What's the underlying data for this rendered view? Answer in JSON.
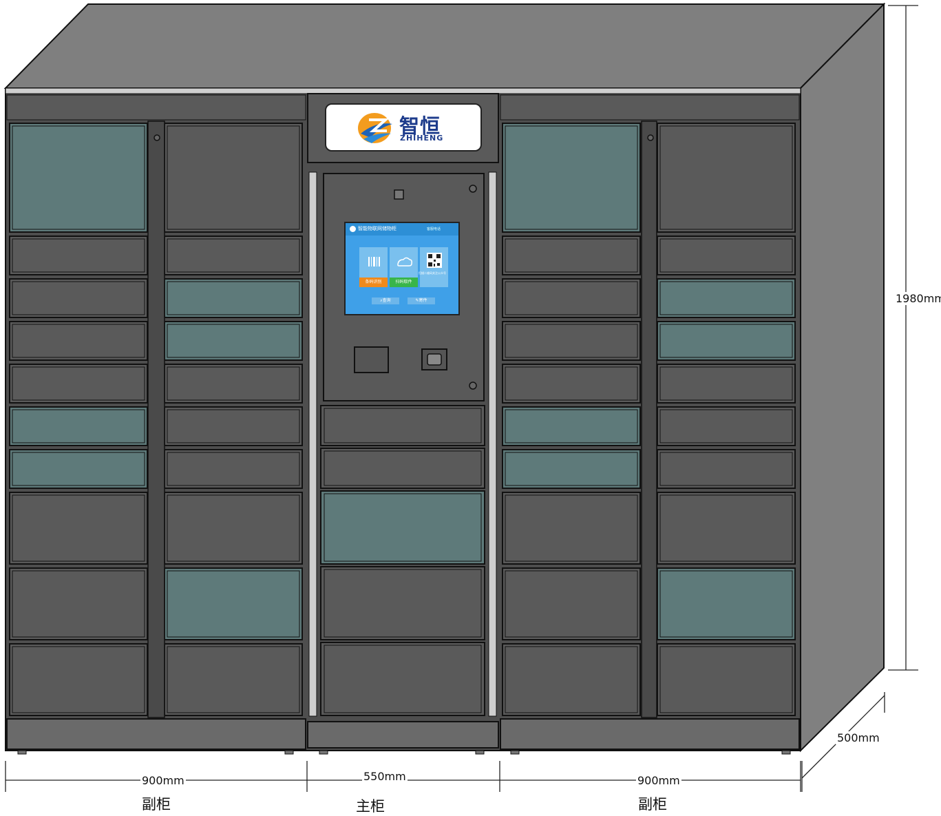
{
  "brand": {
    "name_cn": "智恒",
    "name_en": "ZHIHENG"
  },
  "screen": {
    "title": "智能物联网储物柜",
    "note": "客服电话",
    "tiles": [
      {
        "label": "条码识别",
        "icon": "barcode-icon",
        "color": "#f08a1c"
      },
      {
        "label": "扫码取件",
        "icon": "cloud-icon",
        "color": "#38b54a"
      },
      {
        "label": "",
        "icon": "qr-code-icon",
        "color": "#7ac0ee"
      }
    ],
    "caption": "扫描二维码关注公众号",
    "buttons": [
      {
        "label": "查询",
        "icon": "search-icon"
      },
      {
        "label": "寄件",
        "icon": "edit-icon"
      }
    ]
  },
  "dimensions": {
    "height": "1980mm",
    "depth": "500mm",
    "left_width": "900mm",
    "center_width": "550mm",
    "right_width": "900mm"
  },
  "cabinets": {
    "left": "副柜",
    "center": "主柜",
    "right": "副柜"
  },
  "colors": {
    "body": "#595959",
    "top": "#7f7f7f",
    "side": "#808080",
    "door_dark": "#5a5a5a",
    "door_teal": "#5e7a7a",
    "frame": "#9a9a9a"
  }
}
